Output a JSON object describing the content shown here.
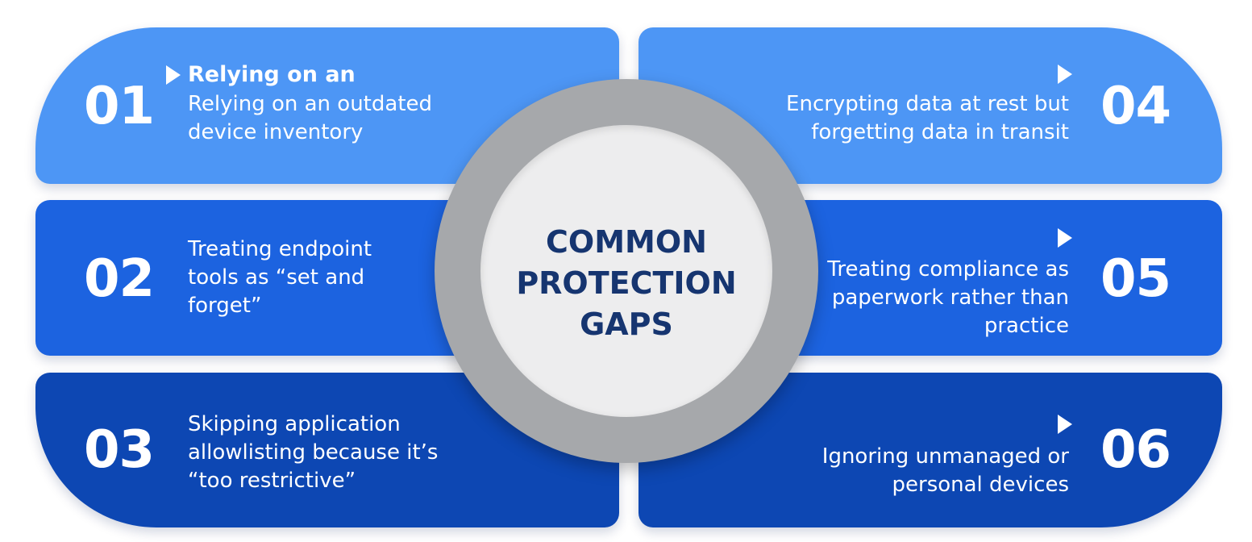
{
  "center": {
    "title_lines": [
      "COMMON",
      "PROTECTION",
      "GAPS"
    ]
  },
  "items": [
    {
      "number": "01",
      "heading": "Relying on an",
      "lines": [
        "Relying on an outdated",
        "device inventory"
      ]
    },
    {
      "number": "02",
      "lines": [
        "Treating endpoint",
        "tools as “set and",
        "forget”"
      ]
    },
    {
      "number": "03",
      "lines": [
        "Skipping application",
        "allowlisting because it’s",
        "“too restrictive”"
      ]
    },
    {
      "number": "04",
      "lines": [
        "Encrypting data at rest but",
        "forgetting data in transit"
      ]
    },
    {
      "number": "05",
      "lines": [
        "Treating compliance as",
        "paperwork rather than",
        "practice"
      ]
    },
    {
      "number": "06",
      "lines": [
        "Ignoring unmanaged or",
        "personal devices"
      ]
    }
  ],
  "colors": {
    "row1": "#4d96f5",
    "row2": "#1c63e0",
    "row3": "#0d47b3",
    "ring": "#a6a8ab",
    "center": "#ededee",
    "title": "#163570"
  },
  "icons": {
    "bullet": "play-arrow-icon"
  }
}
